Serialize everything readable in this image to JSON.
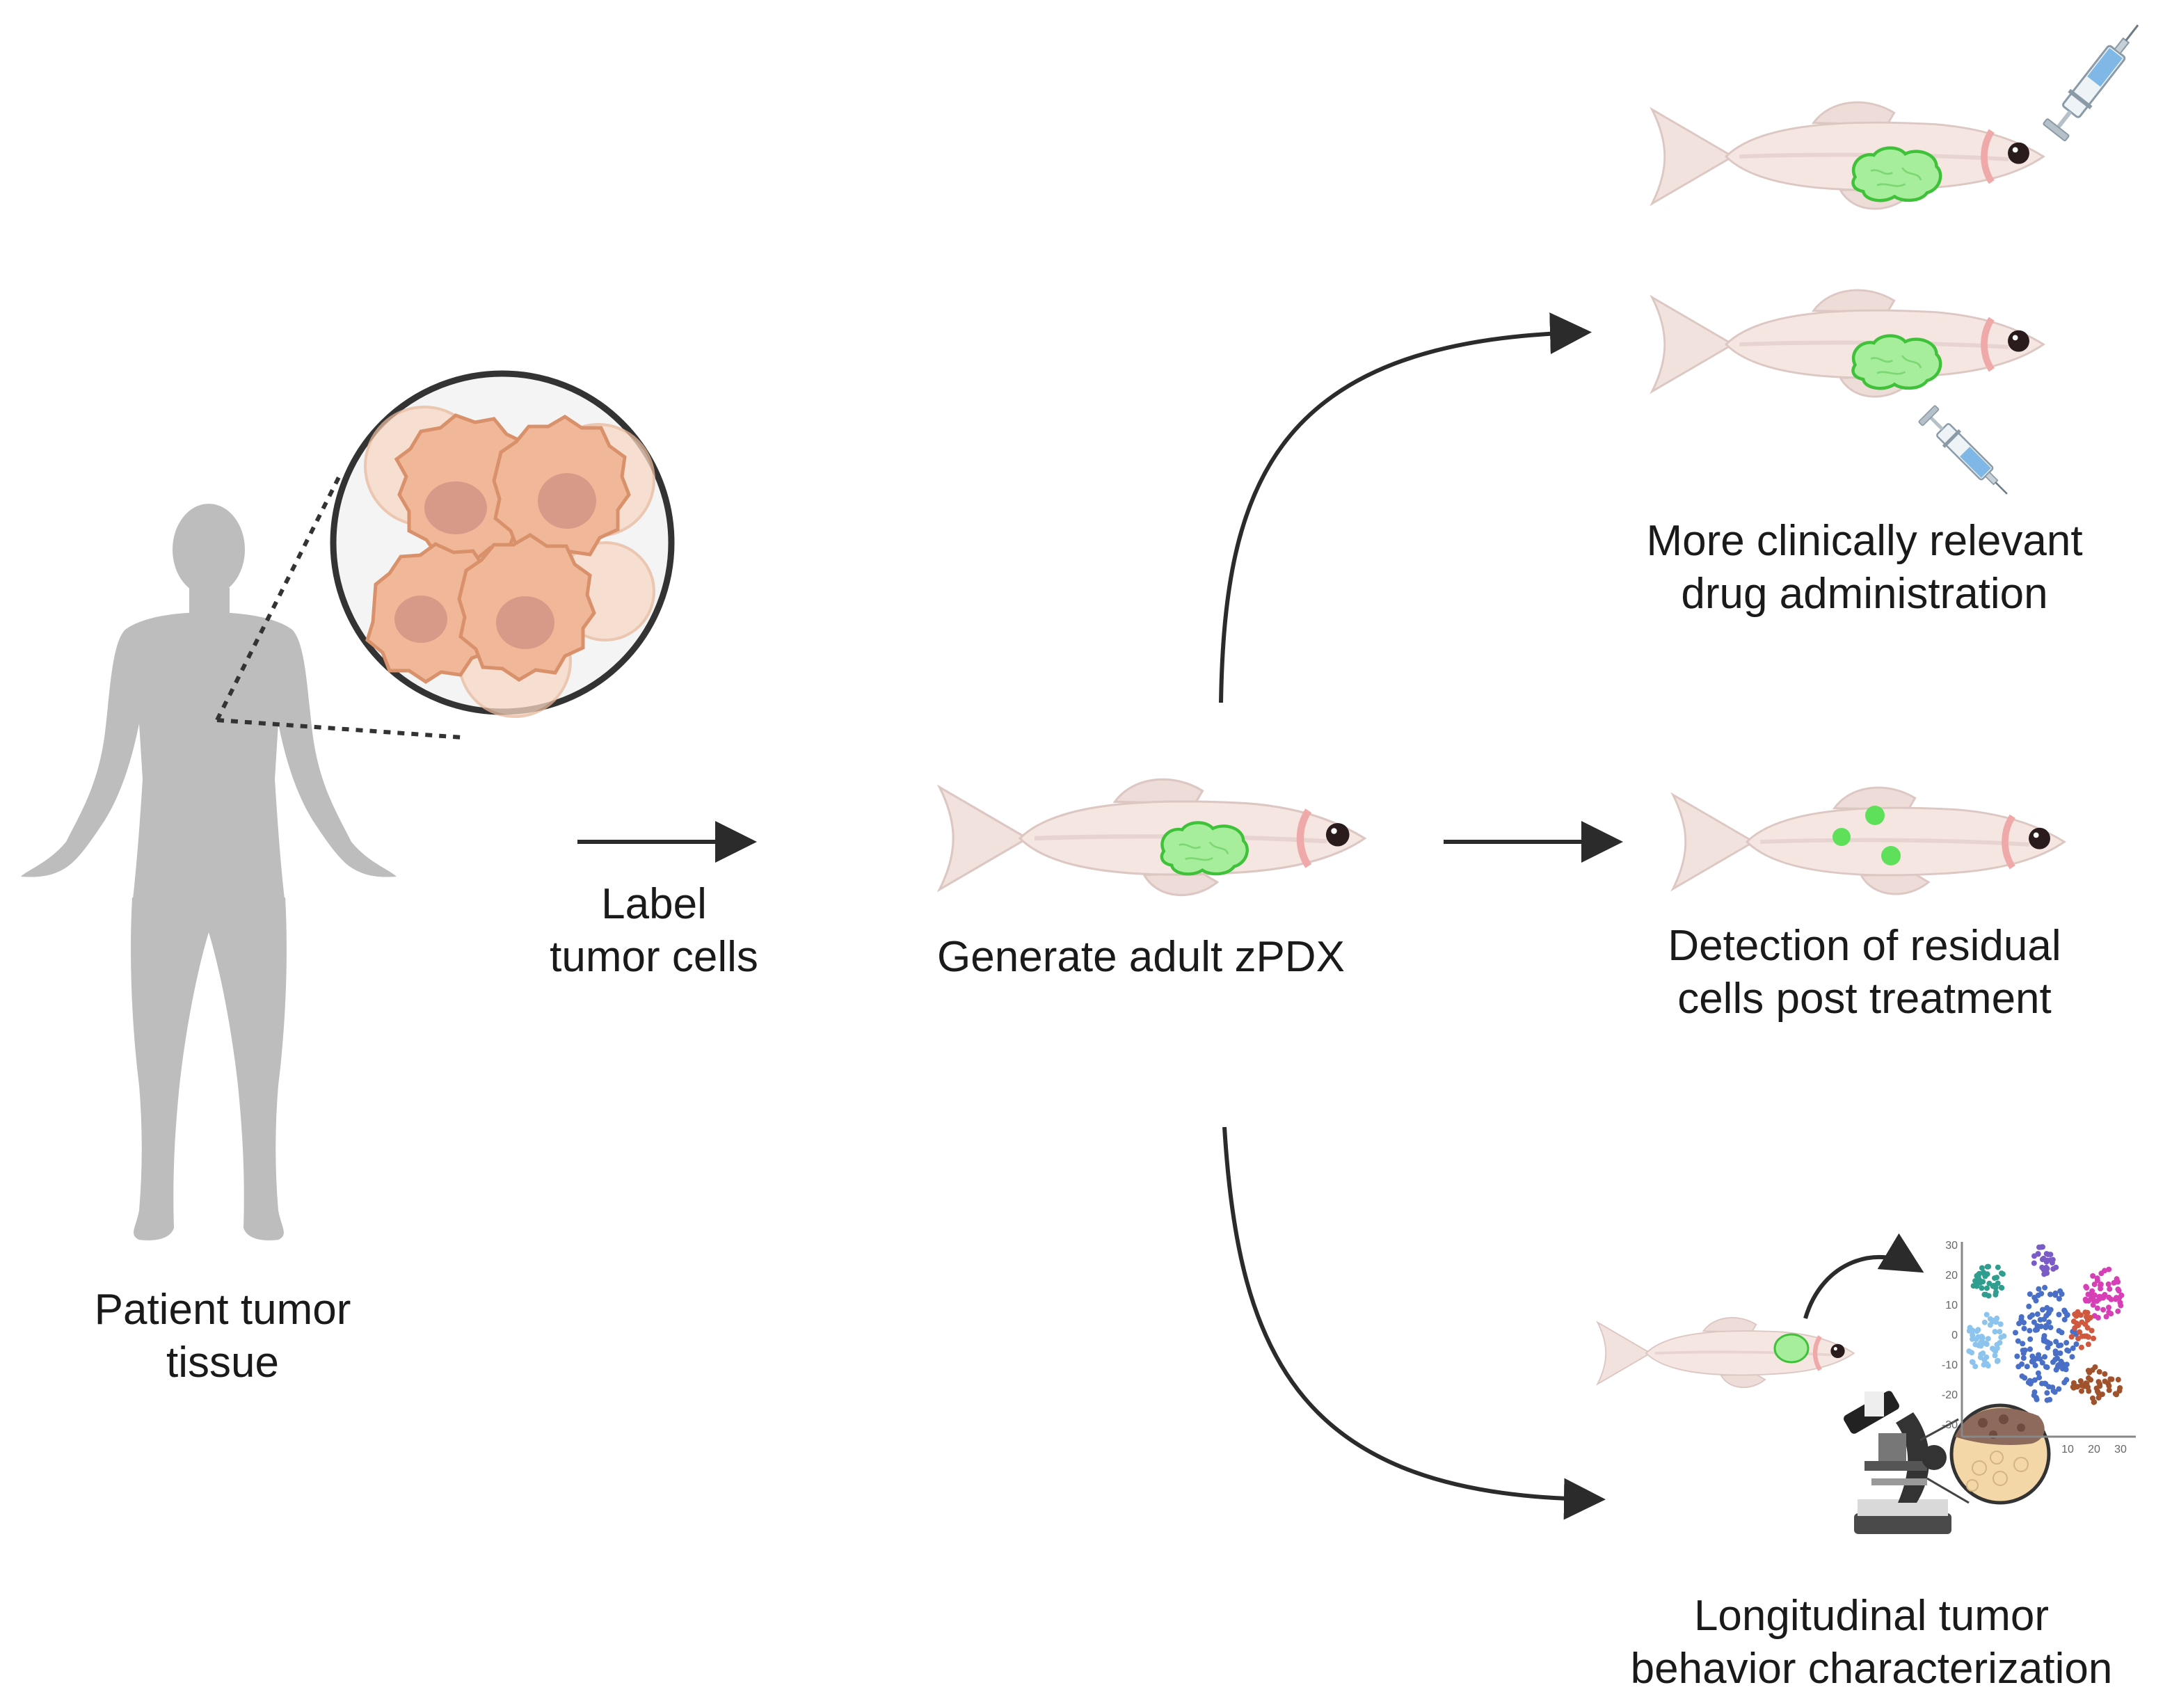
{
  "patient": {
    "line1": "Patient tumor",
    "line2": "tissue"
  },
  "step_label": {
    "line1": "Label",
    "line2": "tumor cells"
  },
  "center": {
    "label": "Generate adult zPDX"
  },
  "outcome_drug": {
    "line1": "More clinically relevant",
    "line2": "drug administration"
  },
  "outcome_residual": {
    "line1": "Detection of residual",
    "line2": "cells post treatment"
  },
  "outcome_longitudinal": {
    "line1": "Longitudinal tumor",
    "line2": "behavior characterization"
  },
  "scatter_axis": {
    "y_ticks": [
      "30",
      "20",
      "10",
      "0",
      "-10",
      "-20",
      "-30"
    ],
    "x_ticks": [
      "10",
      "20",
      "30"
    ]
  },
  "colors": {
    "body": "#bdbdbd",
    "cell": "#f0b898",
    "fish": "#f3e4e0",
    "tumor": "#8fe58a",
    "arrow": "#2b2b2b"
  }
}
